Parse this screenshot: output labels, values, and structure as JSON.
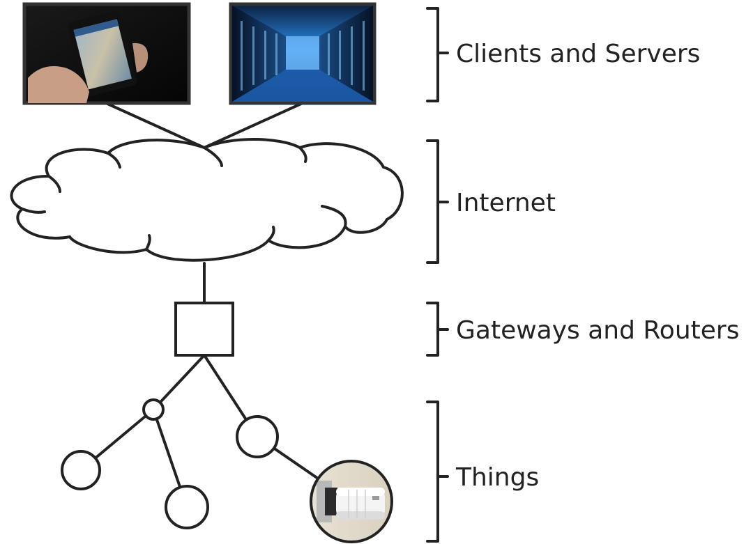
{
  "layers": [
    {
      "id": "clients",
      "label": "Clients and Servers"
    },
    {
      "id": "internet",
      "label": "Internet"
    },
    {
      "id": "gateways",
      "label": "Gateways and Routers"
    },
    {
      "id": "things",
      "label": "Things"
    }
  ],
  "images": {
    "phone": "phone-map-photo",
    "servers": "data-center-photo",
    "device": "smart-thermostat-photo"
  },
  "colors": {
    "stroke": "#222222",
    "label": "#222222",
    "server_glow": "#2a8ce8"
  }
}
